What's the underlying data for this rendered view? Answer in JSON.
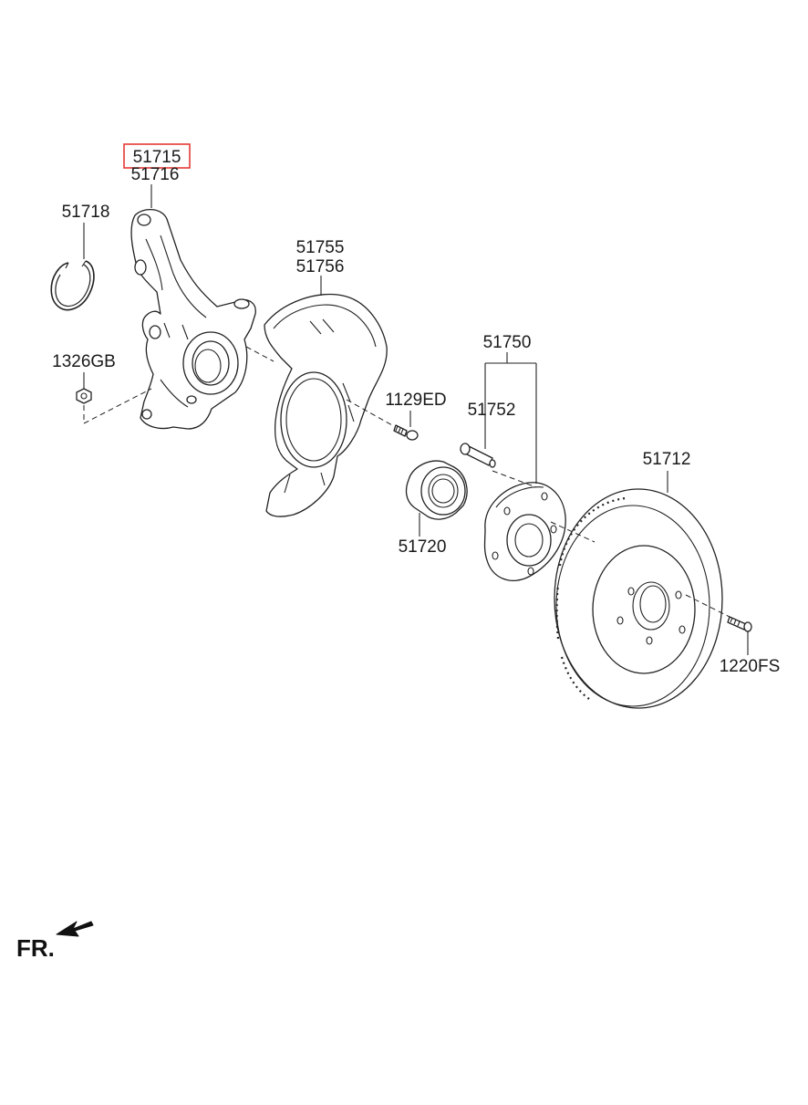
{
  "highlight_color": "#e53935",
  "labels": {
    "p51715": "51715",
    "p51716": "51716",
    "p51718": "51718",
    "p1326gb": "1326GB",
    "p51755": "51755",
    "p51756": "51756",
    "p1129ed": "1129ED",
    "p51750": "51750",
    "p51752": "51752",
    "p51720": "51720",
    "p51712": "51712",
    "p1220fs": "1220FS"
  },
  "direction_indicator": {
    "text": "FR.",
    "icon": "arrow-icon"
  }
}
